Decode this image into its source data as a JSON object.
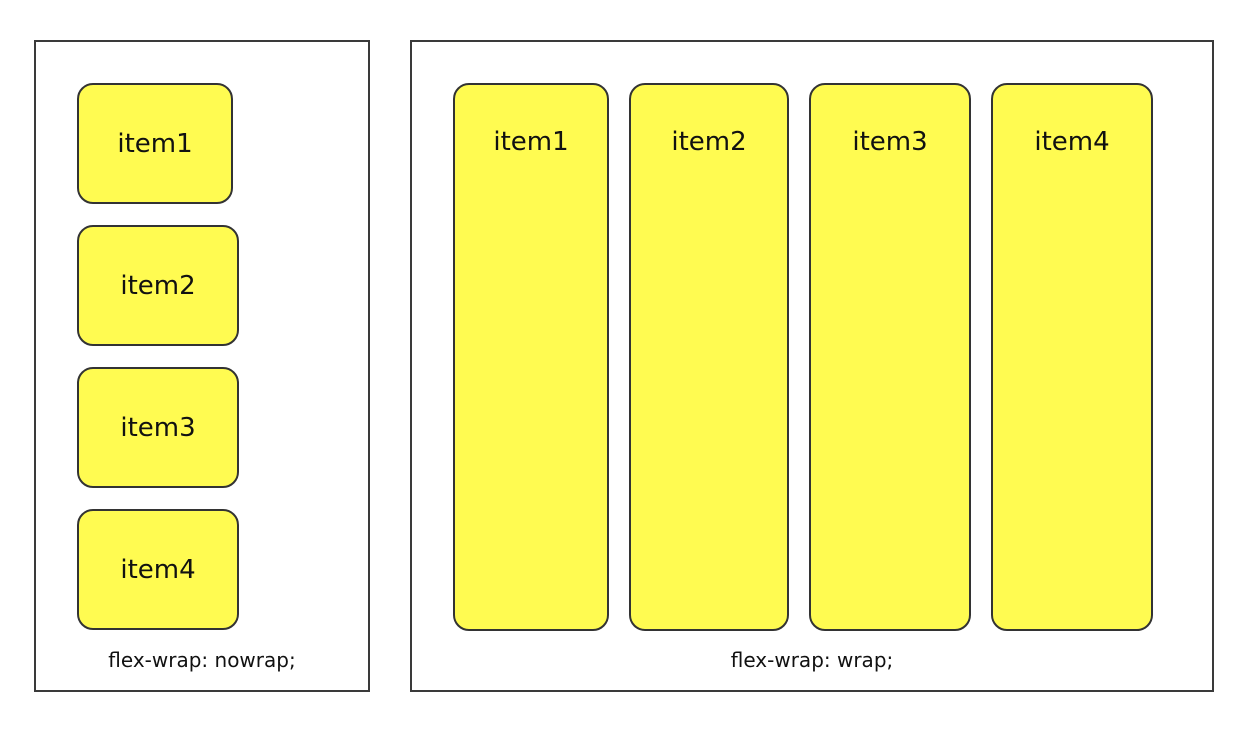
{
  "panels": [
    {
      "caption": "flex-wrap: nowrap;",
      "items": [
        "item1",
        "item2",
        "item3",
        "item4"
      ]
    },
    {
      "caption": "flex-wrap: wrap;",
      "items": [
        "item1",
        "item2",
        "item3",
        "item4"
      ]
    }
  ],
  "colors": {
    "item_fill": "#fffb51",
    "item_border": "#333333",
    "panel_border": "#3a3a3a",
    "text": "#111111"
  }
}
